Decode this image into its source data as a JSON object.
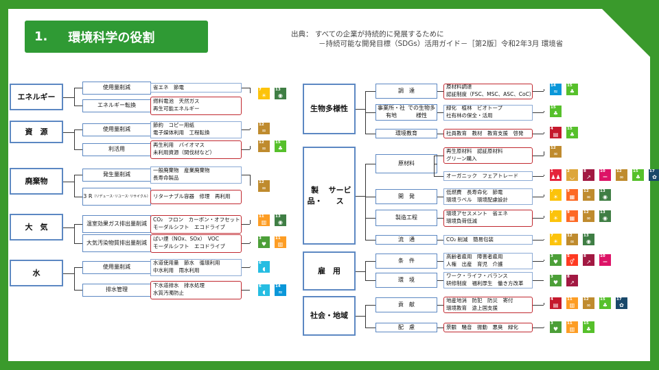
{
  "title": {
    "number": "1.",
    "text": "環境科学の役割"
  },
  "source": {
    "line1": "出典： すべての企業が持続的に発展するために",
    "line2": "－持続可能な開発目標（SDGs）活用ガイド－［第2版］令和2年3月 環境省"
  },
  "colors": {
    "brand_green": "#3a9a2c",
    "box_border": "#5b87c2",
    "highlight_red": "#c0262d"
  },
  "sdg_colors": {
    "1": "#e5243b",
    "2": "#dda63a",
    "3": "#4c9f38",
    "4": "#c5192d",
    "5": "#ff3a21",
    "6": "#26bde2",
    "7": "#fcc30b",
    "8": "#a21942",
    "9": "#fd6925",
    "10": "#dd1367",
    "11": "#fd9d24",
    "12": "#bf8b2e",
    "13": "#3f7e44",
    "14": "#0a97d9",
    "15": "#56c02b",
    "16": "#00689d",
    "17": "#19486a"
  },
  "sdg_icons": {
    "1": "people-icon",
    "2": "bowl-icon",
    "3": "heartbeat-icon",
    "4": "book-icon",
    "5": "gender-icon",
    "6": "water-drop-icon",
    "7": "sun-power-icon",
    "8": "growth-chart-icon",
    "9": "cubes-icon",
    "10": "equality-icon",
    "11": "buildings-icon",
    "12": "infinity-icon",
    "13": "eye-globe-icon",
    "14": "fish-icon",
    "15": "tree-bird-icon",
    "16": "dove-icon",
    "17": "flower-rings-icon"
  },
  "left": [
    {
      "name": "エネルギー",
      "rows": [
        {
          "sub": "使用量削減",
          "lines": [
            "省エネ　節電"
          ],
          "red": false,
          "sdgs": [
            7,
            13
          ]
        },
        {
          "sub": "エネルギー転換",
          "lines": [
            "燃料電池　天然ガス",
            "再生可能エネルギー"
          ],
          "red": true,
          "sdgs": []
        }
      ]
    },
    {
      "name": "資　源",
      "rows": [
        {
          "sub": "使用量削減",
          "lines": [
            "節約　コピー用紙",
            "電子媒体利用　工程転換"
          ],
          "red": false,
          "sdgs": [
            12
          ]
        },
        {
          "sub": "利活用",
          "lines": [
            "再生利用　バイオマス",
            "未利用資源（間伐材など）"
          ],
          "red": true,
          "sdgs": [
            12,
            15
          ]
        }
      ]
    },
    {
      "name": "廃棄物",
      "rows": [
        {
          "sub": "発生量削減",
          "lines": [
            "一般廃棄物　産業廃棄物",
            "長寿命製品"
          ],
          "red": false,
          "sdgs": [
            12
          ]
        },
        {
          "sub": "3 R",
          "sub2": "（リデュース･リユース･リサイクル）",
          "lines": [
            "リターナブル容器　修理　再利用"
          ],
          "red": true,
          "sdgs": []
        }
      ]
    },
    {
      "name": "大　気",
      "rows": [
        {
          "sub": "温室効果ガス\n排出量削減",
          "lines": [
            "CO₂　フロン　カーボン・オフセット",
            "モーダルシフト　エコドライブ"
          ],
          "red": true,
          "sdgs": [
            11,
            13
          ]
        },
        {
          "sub": "大気汚染物質\n排出量削減",
          "lines": [
            "ばい煙（NOx、SOx）　VOC",
            "モーダルシフト　エコドライブ"
          ],
          "red": true,
          "sdgs": [
            3,
            11
          ]
        }
      ]
    },
    {
      "name": "水",
      "rows": [
        {
          "sub": "使用量削減",
          "lines": [
            "水道使用量　節水　循環利用",
            "中水利用　雨水利用"
          ],
          "red": false,
          "sdgs": [
            6
          ]
        },
        {
          "sub": "排水管理",
          "lines": [
            "下水道排水　排水処理",
            "水質汚濁防止"
          ],
          "red": true,
          "sdgs": [
            6,
            14
          ]
        }
      ]
    }
  ],
  "right": [
    {
      "name": "生物多様性",
      "rows": [
        {
          "sub": "調　達",
          "lines": [
            "原材料調達",
            "認証制度（FSC、MSC、ASC、CoC）"
          ],
          "red": true,
          "sdgs": [
            14,
            15
          ]
        },
        {
          "sub": "事業所・社有地\nでの生物多様性",
          "lines": [
            "緑化　植林　ビオトープ",
            "社有林の保全・活用"
          ],
          "red": false,
          "sdgs": [
            15
          ]
        },
        {
          "sub": "環境教育",
          "lines": [
            "社員教育　教材　教育支援　啓発"
          ],
          "red": true,
          "sdgs": [
            4,
            15
          ]
        }
      ]
    },
    {
      "name": "製品・\nサービス",
      "rows": [
        {
          "sub": "原材料",
          "lines": [
            "再生原材料　認証原材料",
            "グリーン購入"
          ],
          "red": true,
          "sdgs": [
            12
          ]
        },
        {
          "sub": "",
          "lines": [
            "オーガニック　フェアトレード"
          ],
          "red": false,
          "sdgs": [
            1,
            2,
            8,
            10,
            12,
            15,
            17
          ]
        },
        {
          "sub": "開　発",
          "lines": [
            "低燃費　長寿命化　節電",
            "環境ラベル　環境配慮設計"
          ],
          "red": false,
          "sdgs": [
            7,
            9,
            12,
            13
          ]
        },
        {
          "sub": "製造工程",
          "lines": [
            "環境アセスメント　省エネ",
            "環境負荷低減"
          ],
          "red": true,
          "sdgs": [
            7,
            9,
            12,
            13
          ]
        },
        {
          "sub": "流　通",
          "lines": [
            "CO₂ 削減　簡易包装"
          ],
          "red": false,
          "sdgs": [
            7,
            12,
            13
          ]
        }
      ]
    },
    {
      "name": "雇　用",
      "rows": [
        {
          "sub": "条　件",
          "lines": [
            "高齢者雇用　障害者雇用",
            "人権　出産　育児　介護"
          ],
          "red": false,
          "sdgs": [
            3,
            5,
            8,
            10
          ]
        },
        {
          "sub": "環　境",
          "lines": [
            "ワーク・ライフ・バランス",
            "研修制度　福利厚生　働き方改革"
          ],
          "red": false,
          "sdgs": [
            3,
            8
          ]
        }
      ]
    },
    {
      "name": "社会・地域",
      "rows": [
        {
          "sub": "貢　献",
          "lines": [
            "地産地消　防犯　防災　寄付",
            "環境教育　途上国支援"
          ],
          "red": true,
          "sdgs": [
            4,
            11,
            12,
            15,
            17
          ]
        },
        {
          "sub": "配　慮",
          "lines": [
            "景観　騒音　振動　悪臭　緑化"
          ],
          "red": true,
          "sdgs": [
            3,
            11,
            15
          ]
        }
      ]
    }
  ]
}
